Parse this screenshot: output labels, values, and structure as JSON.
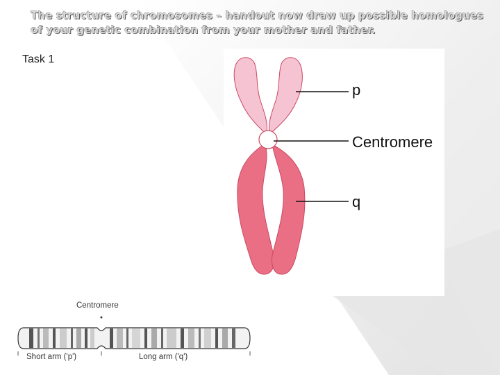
{
  "slide": {
    "title": "The structure of chromosomes – handout now draw up possible homologues of your genetic combination from your mother and father.",
    "task_label": "Task 1"
  },
  "chromosome_diagram": {
    "labels": {
      "p": "p",
      "centromere": "Centromere",
      "q": "q"
    },
    "colors": {
      "p_arm": "#f6c3d3",
      "q_arm": "#ea6f84",
      "outline": "#c94a63"
    }
  },
  "banding_diagram": {
    "labels": {
      "centromere": "Centromere",
      "short_arm": "Short arm ('p')",
      "long_arm": "Long arm ('q')"
    }
  }
}
